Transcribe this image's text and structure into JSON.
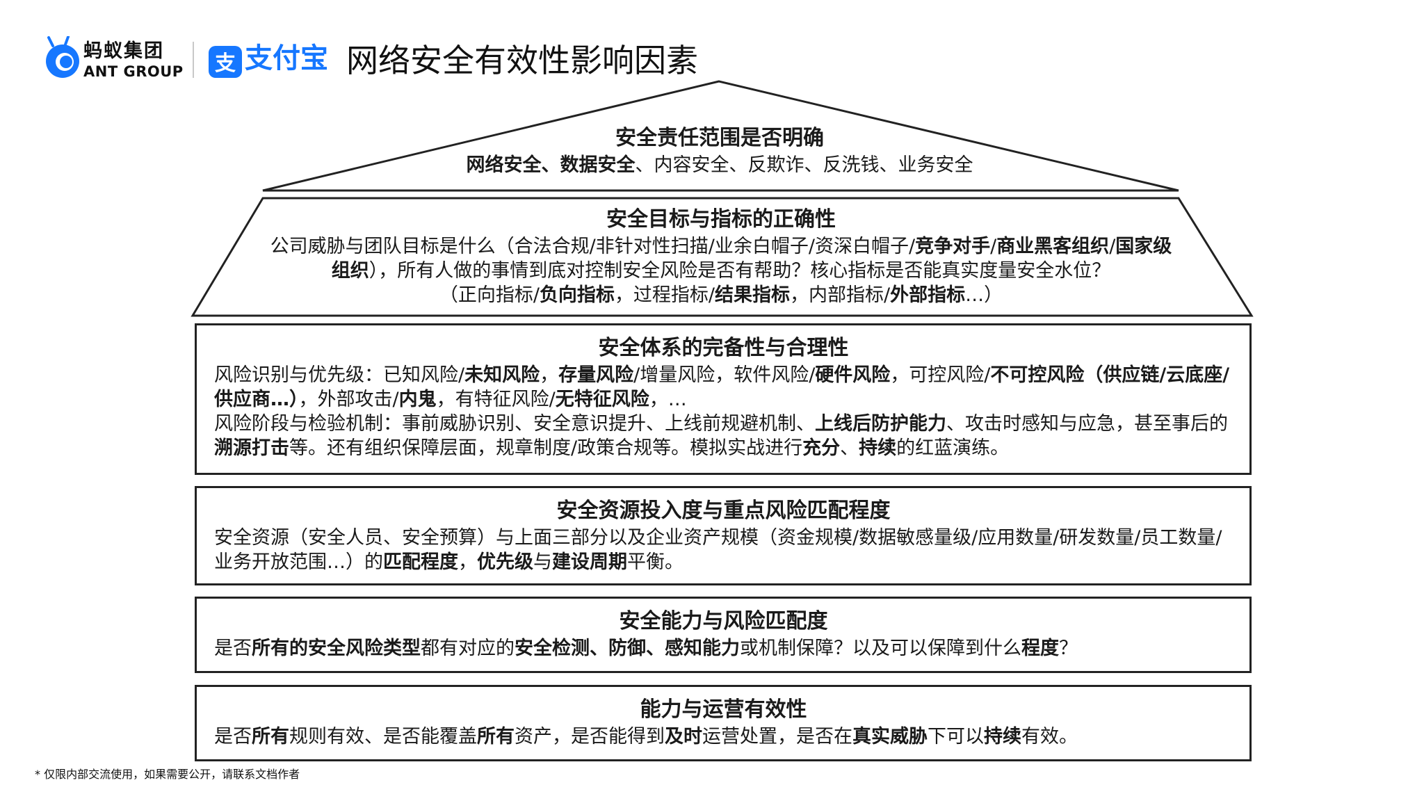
{
  "header": {
    "ant_logo_cn": "蚂蚁集团",
    "ant_logo_en": "ANT GROUP",
    "alipay_logo": "支付宝",
    "title": "网络安全有效性影响因素"
  },
  "colors": {
    "ant_blue": "#1677ff",
    "alipay_blue": "#1677ff",
    "stroke": "#222222"
  },
  "pyramid": {
    "top": {
      "title": "安全责任范围是否明确",
      "b1": "网络安全",
      "sep1": "、",
      "b2": "数据安全",
      "rest": "、内容安全、反欺诈、反洗钱、业务安全"
    },
    "second": {
      "title": "安全目标与指标的正确性",
      "l1a": "公司威胁与团队目标是什么（合法合规/非针对性扫描/业余白帽子/资深白帽子/",
      "l1b": "竞争对手",
      "l1c": "/",
      "l1d": "商业黑客组织",
      "l1e": "/",
      "l2a": "国家级组织",
      "l2b": "），所有人做的事情到底对控制安全风险是否有帮助？核心指标是否能真实度量安全水位？",
      "l3a": "（正向指标/",
      "l3b": "负向指标",
      "l3c": "，过程指标/",
      "l3d": "结果指标",
      "l3e": "，内部指标/",
      "l3f": "外部指标",
      "l3g": "…）"
    },
    "third": {
      "title": "安全体系的完备性与合理性",
      "a1": "风险识别与优先级：已知风险/",
      "a2": "未知风险",
      "a3": "，",
      "a4": "存量风险",
      "a5": "/增量风险，软件风险/",
      "a6": "硬件风险",
      "a7": "，可控风险/",
      "a8": "不可控风险（供应链/云底座/供应商…）",
      "a9": "，外部攻击/",
      "a10": "内鬼",
      "a11": "，有特征风险/",
      "a12": "无特征风险",
      "a13": "，…",
      "b1": "风险阶段与检验机制：事前威胁识别、安全意识提升、上线前规避机制、",
      "b2": "上线后防护能力",
      "b3": "、攻击时感知与应急，甚至事后的",
      "b4": "溯源打击",
      "b5": "等。还有组织保障层面，规章制度/政策合规等。模拟实战进行",
      "b6": "充分",
      "b7": "、",
      "b8": "持续",
      "b9": "的红蓝演练。"
    },
    "fourth": {
      "title": "安全资源投入度与重点风险匹配程度",
      "a1": "安全资源（安全人员、安全预算）与上面三部分以及企业资产规模（资金规模/数据敏感量级/应用数量/研发数量/员工数量/业务开放范围…）的",
      "a2": "匹配程度",
      "a3": "，",
      "a4": "优先级",
      "a5": "与",
      "a6": "建设周期",
      "a7": "平衡。"
    },
    "fifth": {
      "title": "安全能力与风险匹配度",
      "a1": "是否",
      "a2": "所有的安全风险类型",
      "a3": "都有对应的",
      "a4": "安全检测、防御、感知能力",
      "a5": "或机制保障？以及可以保障到什么",
      "a6": "程度",
      "a7": "？"
    },
    "sixth": {
      "title": "能力与运营有效性",
      "a1": "是否",
      "a2": "所有",
      "a3": "规则有效、是否能覆盖",
      "a4": "所有",
      "a5": "资产，是否能得到",
      "a6": "及时",
      "a7": "运营处置，是否在",
      "a8": "真实威胁",
      "a9": "下可以",
      "a10": "持续",
      "a11": "有效。"
    }
  },
  "footnote": "* 仅限内部交流使用，如果需要公开，请联系文档作者"
}
